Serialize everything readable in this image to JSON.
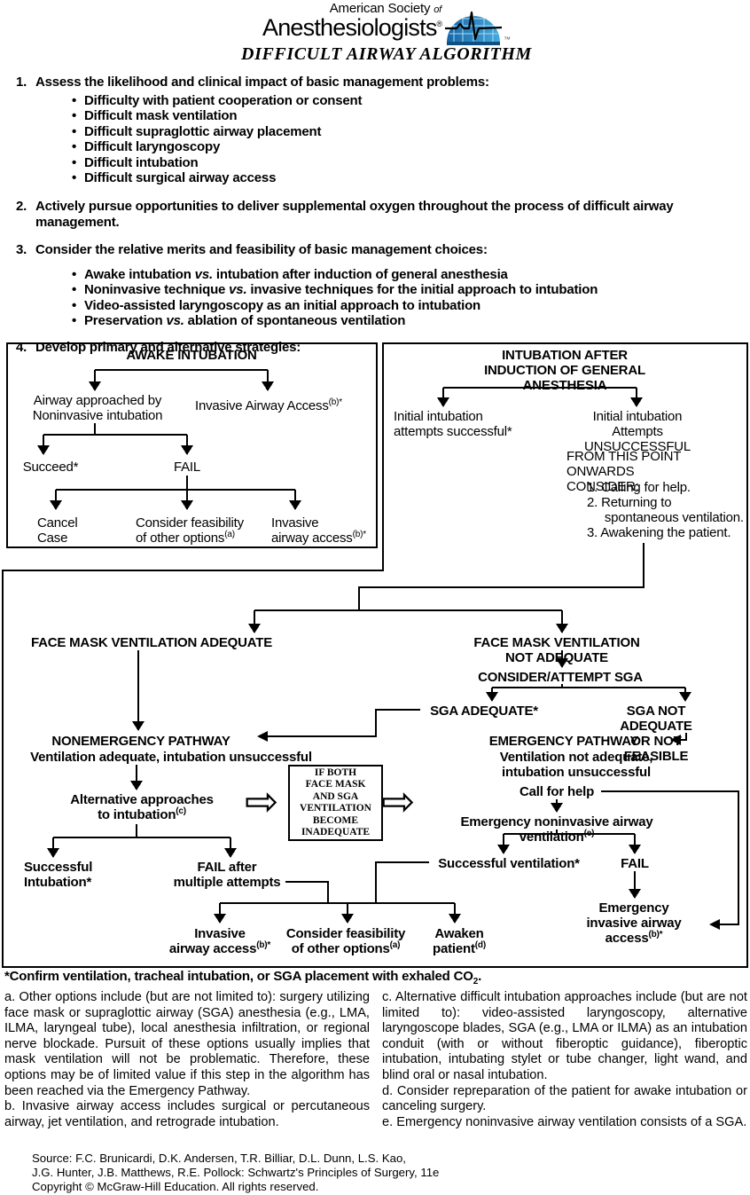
{
  "ui": {
    "bullet": "•",
    "hollow_arrow": "⇨",
    "tm": "™",
    "reg": "®"
  },
  "colors": {
    "logo_blue_dark": "#1565a8",
    "logo_blue_light": "#45aadd",
    "line_black": "#000000"
  },
  "header": {
    "org_line1": "American Society ",
    "org_of": "of",
    "org_line2": "Anesthesiologists",
    "title": "DIFFICULT AIRWAY ALGORITHM"
  },
  "instructions": {
    "item1": {
      "num": "1.",
      "text": "Assess the likelihood and clinical impact of basic management problems:",
      "bullets": [
        "Difficulty with patient cooperation or consent",
        "Difficult mask ventilation",
        "Difficult supraglottic airway placement",
        "Difficult laryngoscopy",
        "Difficult intubation",
        "Difficult surgical airway access"
      ]
    },
    "item2": {
      "num": "2.",
      "text": "Actively pursue opportunities to deliver supplemental oxygen throughout the process of difficult airway\nmanagement."
    },
    "item3": {
      "num": "3.",
      "text": "Consider the relative merits and feasibility of basic management choices:",
      "bullets": [
        {
          "pre": "Awake intubation ",
          "it": "vs.",
          "post": " intubation after induction of general anesthesia"
        },
        {
          "pre": "Noninvasive technique ",
          "it": "vs.",
          "post": " invasive techniques for the initial approach to intubation"
        },
        {
          "pre": "Video-assisted laryngoscopy as an initial approach to intubation",
          "it": "",
          "post": ""
        },
        {
          "pre": "Preservation ",
          "it": "vs.",
          "post": " ablation of spontaneous ventilation"
        }
      ]
    },
    "item4": {
      "num": "4.",
      "text": "Develop primary and alternative strategies:"
    }
  },
  "awake_box": {
    "title": "AWAKE INTUBATION",
    "noninvasive": "Airway approached by\nNoninvasive intubation",
    "invasive": "Invasive Airway Access",
    "invasive_sup": "(b)*",
    "succeed": "Succeed*",
    "fail": "FAIL",
    "cancel": "Cancel\nCase",
    "consider": "Consider feasibility\nof other options",
    "consider_sup": "(a)",
    "invasive2": "Invasive\nairway access",
    "invasive2_sup": "(b)*"
  },
  "induction_box": {
    "title": "INTUBATION AFTER\nINDUCTION OF GENERAL ANESTHESIA",
    "success": "Initial intubation\nattempts successful*",
    "unsuccess": "Initial intubation\nAttempts UNSUCCESSFUL",
    "from_point": "FROM THIS POINT ONWARDS\nCONSIDER:",
    "consider_list": "1. Calling for help.\n2. Returning to\n     spontaneous ventilation.\n3. Awakening the patient."
  },
  "main_flow": {
    "fmv_adequate": "FACE MASK VENTILATION ADEQUATE",
    "fmv_not_adequate": "FACE MASK VENTILATION NOT ADEQUATE",
    "consider_sga": "CONSIDER/ATTEMPT SGA",
    "sga_adequate": "SGA ADEQUATE*",
    "sga_not_adequate": "SGA NOT ADEQUATE\nOR NOT FEASIBLE",
    "nonemergency_title": "NONEMERGENCY PATHWAY",
    "nonemergency_sub": "Ventilation adequate, intubation unsuccessful",
    "emergency_title": "EMERGENCY PATHWAY",
    "emergency_sub": "Ventilation not adequate, intubation unsuccessful",
    "alt_approaches": "Alternative approaches\nto intubation",
    "alt_approaches_sup": "(c)",
    "if_both": "IF BOTH\nFACE MASK\nAND SGA\nVENTILATION\nBECOME\nINADEQUATE",
    "call_help": "Call for help",
    "emerg_noninvasive": "Emergency noninvasive airway ventilation",
    "emerg_noninvasive_sup": "(e)",
    "successful_intubation": "Successful\nIntubation*",
    "fail_multiple": "FAIL after\nmultiple attempts",
    "successful_ventilation": "Successful ventilation*",
    "fail": "FAIL",
    "invasive_access": "Invasive\nairway access",
    "invasive_access_sup": "(b)*",
    "consider_feasibility": "Consider feasibility\nof other options",
    "consider_feasibility_sup": "(a)",
    "awaken": "Awaken\npatient",
    "awaken_sup": "(d)",
    "emerg_invasive": "Emergency\ninvasive airway\naccess",
    "emerg_invasive_sup": "(b)*"
  },
  "footnotes": {
    "confirm_pre": "*Confirm ventilation, tracheal intubation, or SGA placement with exhaled CO",
    "confirm_sub": "2",
    "confirm_end": ".",
    "a": "a. Other options include (but are not limited to): surgery utilizing face mask or supraglottic airway (SGA) anesthesia (e.g., LMA, ILMA, laryngeal tube), local anesthesia infiltration, or regional nerve blockade. Pursuit of these options usually implies that mask ventilation will not be problematic.  Therefore, these options may be of limited value if this step in the algorithm has been reached via the Emergency Pathway.",
    "b": "b. Invasive airway access includes surgical or percutaneous airway, jet ventilation, and retrograde intubation.",
    "c": "c. Alternative difficult intubation approaches include (but are not limited to): video-assisted laryngoscopy, alternative laryngoscope blades, SGA (e.g., LMA or ILMA) as an intubation conduit (with or without fiberoptic guidance), fiberoptic intubation, intubating stylet or tube changer, light wand, and blind oral or nasal intubation.",
    "d": "d. Consider repreparation of the patient for awake intubation or canceling surgery.",
    "e": "e. Emergency noninvasive airway ventilation consists of a SGA."
  },
  "source": {
    "text": "Source: F.C. Brunicardi, D.K. Andersen, T.R. Billiar, D.L. Dunn, L.S. Kao,\nJ.G. Hunter, J.B. Matthews, R.E. Pollock: Schwartz's Principles of Surgery, 11e\nCopyright © McGraw-Hill Education. All rights reserved."
  }
}
